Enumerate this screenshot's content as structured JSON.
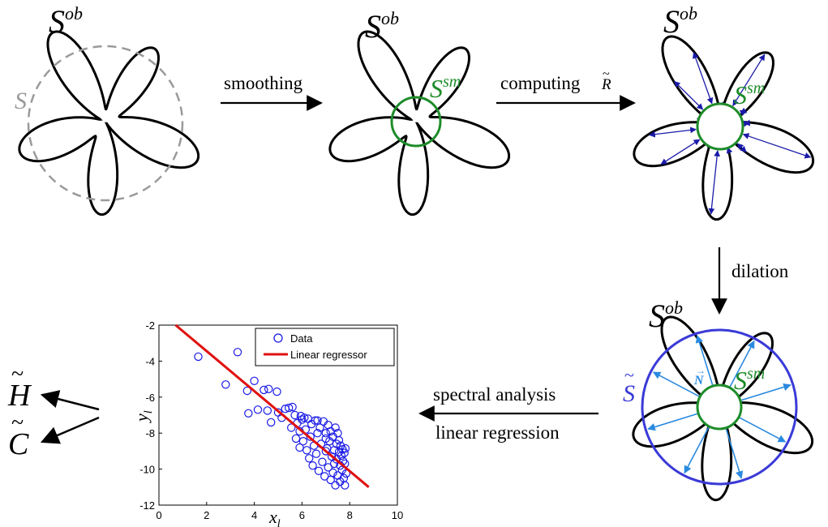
{
  "colors": {
    "outline": "#000000",
    "initial": "#9a9a9a",
    "smooth": "#1e8c2a",
    "radial_arrow": "#1a1aa8",
    "dilated": "#3a3ad8",
    "normal": "#2a8ae0",
    "data_marker": "#1a1ae6",
    "fit_line": "#e01010"
  },
  "labels": {
    "s_ob": "S",
    "s_ob_sup": "ob",
    "s": "S",
    "s_sm": "S",
    "s_sm_sup": "sm",
    "s_tilde": "S",
    "n_vec": "N",
    "h_tilde": "H",
    "c_tilde": "C",
    "r_tilde": "R"
  },
  "steps": {
    "smoothing": "smoothing",
    "computing": "computing",
    "dilation": "dilation",
    "spectral": "spectral analysis",
    "regression": "linear regression"
  },
  "chart_data": {
    "type": "scatter",
    "xlabel": "x",
    "xlabel_sub": "l",
    "ylabel": "y",
    "ylabel_sub": "l",
    "xlim": [
      0,
      10
    ],
    "ylim": [
      -12,
      -2
    ],
    "xticks": [
      "0",
      "2",
      "4",
      "6",
      "8",
      "10"
    ],
    "yticks": [
      "-2",
      "-4",
      "-6",
      "-8",
      "-10",
      "-12"
    ],
    "legend": [
      "Data",
      "Linear regressor"
    ],
    "legend_position": "top-right",
    "fit": {
      "x": [
        0.7,
        8.8
      ],
      "y": [
        -2.0,
        -11.0
      ]
    },
    "points": [
      [
        1.65,
        -3.75
      ],
      [
        3.3,
        -3.5
      ],
      [
        2.8,
        -5.3
      ],
      [
        4.0,
        -5.1
      ],
      [
        3.7,
        -5.65
      ],
      [
        4.4,
        -5.6
      ],
      [
        4.6,
        -5.55
      ],
      [
        4.95,
        -5.7
      ],
      [
        3.75,
        -6.9
      ],
      [
        4.15,
        -6.7
      ],
      [
        4.55,
        -6.75
      ],
      [
        4.7,
        -7.4
      ],
      [
        5.0,
        -6.85
      ],
      [
        5.15,
        -7.15
      ],
      [
        5.3,
        -6.65
      ],
      [
        5.45,
        -6.6
      ],
      [
        5.6,
        -6.55
      ],
      [
        5.7,
        -7.0
      ],
      [
        5.55,
        -7.7
      ],
      [
        5.8,
        -7.45
      ],
      [
        5.9,
        -7.9
      ],
      [
        5.75,
        -8.3
      ],
      [
        5.9,
        -8.8
      ],
      [
        6.0,
        -7.25
      ],
      [
        6.05,
        -8.45
      ],
      [
        6.15,
        -7.8
      ],
      [
        6.2,
        -8.95
      ],
      [
        6.25,
        -7.2
      ],
      [
        6.3,
        -9.4
      ],
      [
        6.35,
        -8.2
      ],
      [
        6.4,
        -7.5
      ],
      [
        6.5,
        -8.7
      ],
      [
        6.45,
        -9.8
      ],
      [
        6.55,
        -7.3
      ],
      [
        6.6,
        -9.15
      ],
      [
        6.65,
        -8.0
      ],
      [
        6.7,
        -10.1
      ],
      [
        6.75,
        -7.7
      ],
      [
        6.8,
        -8.6
      ],
      [
        6.85,
        -9.6
      ],
      [
        6.9,
        -7.35
      ],
      [
        6.95,
        -10.4
      ],
      [
        7.0,
        -8.3
      ],
      [
        7.0,
        -9.0
      ],
      [
        7.05,
        -8.85
      ],
      [
        7.1,
        -7.55
      ],
      [
        7.1,
        -9.9
      ],
      [
        7.15,
        -8.45
      ],
      [
        7.2,
        -10.6
      ],
      [
        7.2,
        -7.9
      ],
      [
        7.25,
        -9.3
      ],
      [
        7.3,
        -8.2
      ],
      [
        7.3,
        -10.2
      ],
      [
        7.35,
        -8.95
      ],
      [
        7.35,
        -9.7
      ],
      [
        7.4,
        -7.7
      ],
      [
        7.4,
        -10.9
      ],
      [
        7.45,
        -8.6
      ],
      [
        7.45,
        -9.45
      ],
      [
        7.5,
        -8.0
      ],
      [
        7.5,
        -10.35
      ],
      [
        7.55,
        -9.05
      ],
      [
        7.55,
        -8.4
      ],
      [
        7.6,
        -9.8
      ],
      [
        7.6,
        -10.7
      ],
      [
        7.62,
        -8.7
      ],
      [
        7.65,
        -9.25
      ],
      [
        7.68,
        -10.05
      ],
      [
        7.7,
        -8.9
      ],
      [
        7.72,
        -9.55
      ],
      [
        7.75,
        -10.5
      ],
      [
        7.78,
        -9.1
      ],
      [
        7.8,
        -10.9
      ],
      [
        7.8,
        -9.7
      ],
      [
        7.82,
        -8.85
      ],
      [
        7.85,
        -10.25
      ],
      [
        6.1,
        -7.15
      ],
      [
        5.95,
        -7.05
      ],
      [
        6.65,
        -7.3
      ],
      [
        7.0,
        -8.0
      ]
    ]
  }
}
